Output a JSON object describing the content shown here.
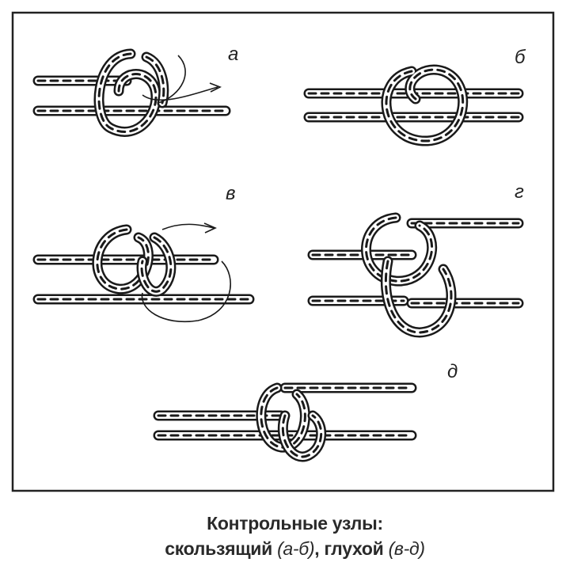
{
  "figure": {
    "panel_labels": [
      "а",
      "б",
      "в",
      "г",
      "д"
    ]
  },
  "caption": {
    "title": "Контрольные узлы:",
    "line2_a": "скользящий ",
    "line2_b": "(а-б)",
    "line2_c": ", глухой ",
    "line2_d": "(в-д)"
  }
}
